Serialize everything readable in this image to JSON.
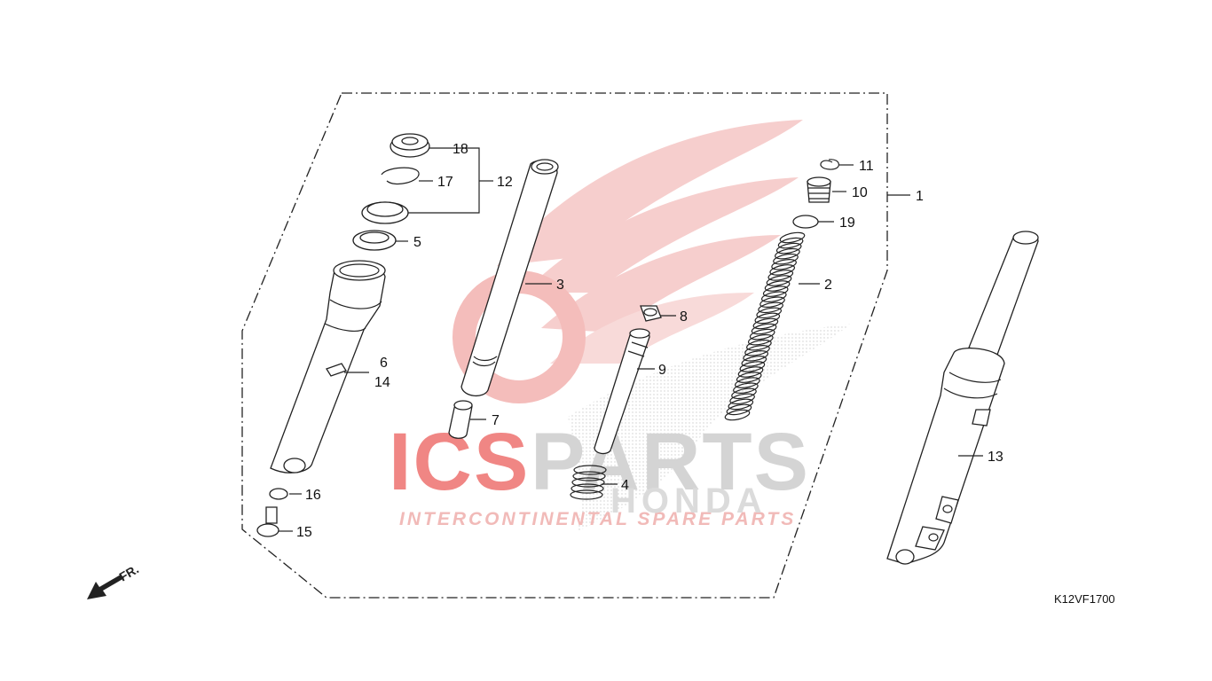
{
  "diagram": {
    "code": "K12VF1700",
    "front_indicator": "FR.",
    "callouts": [
      {
        "id": "1",
        "label": "1"
      },
      {
        "id": "2",
        "label": "2"
      },
      {
        "id": "3",
        "label": "3"
      },
      {
        "id": "4",
        "label": "4"
      },
      {
        "id": "5",
        "label": "5"
      },
      {
        "id": "6",
        "label": "6"
      },
      {
        "id": "7",
        "label": "7"
      },
      {
        "id": "8",
        "label": "8"
      },
      {
        "id": "9",
        "label": "9"
      },
      {
        "id": "10",
        "label": "10"
      },
      {
        "id": "11",
        "label": "11"
      },
      {
        "id": "12",
        "label": "12"
      },
      {
        "id": "13",
        "label": "13"
      },
      {
        "id": "14",
        "label": "14"
      },
      {
        "id": "15",
        "label": "15"
      },
      {
        "id": "16",
        "label": "16"
      },
      {
        "id": "17",
        "label": "17"
      },
      {
        "id": "18",
        "label": "18"
      },
      {
        "id": "19",
        "label": "19"
      }
    ]
  },
  "watermark": {
    "brand_red": "ICS",
    "brand_grey": "PARTS",
    "tagline": "INTERCONTINENTAL SPARE PARTS",
    "brand2": "HONDA",
    "colors": {
      "red": "#e8423f",
      "grey": "#c7c7c7"
    }
  }
}
